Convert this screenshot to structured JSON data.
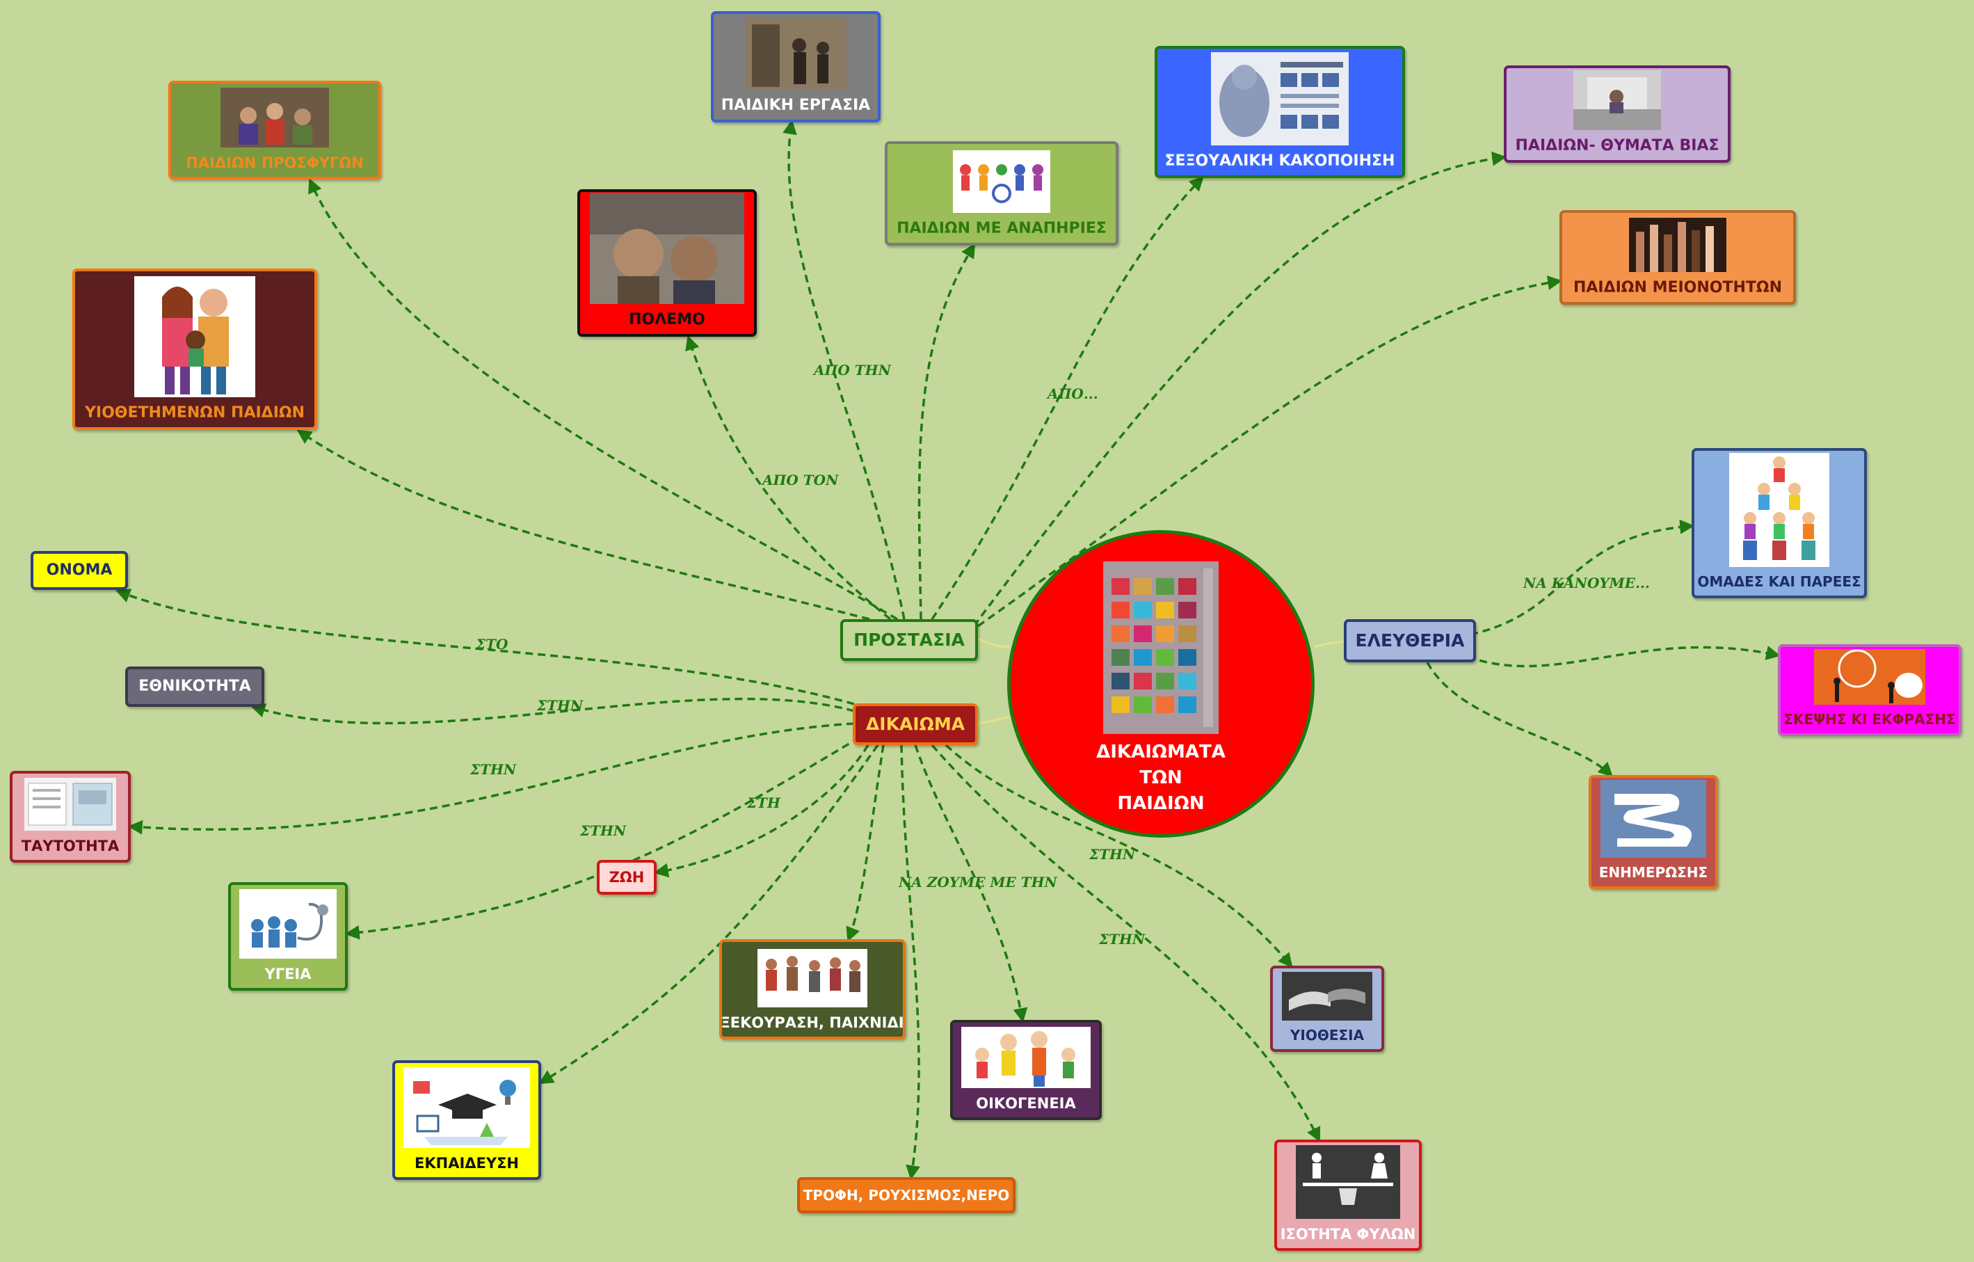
{
  "center": {
    "title_lines": [
      "ΔΙΚΑΙΩΜΑΤΑ",
      "ΤΩΝ",
      "ΠΑΙΔΙΩΝ"
    ]
  },
  "hubs": {
    "protection": "ΠΡΟΣΤΑΣΙΑ",
    "right": "ΔΙΚΑΙΩΜΑ",
    "freedom": "ΕΛΕΥΘΕΡΙΑ"
  },
  "topics": {
    "refugee_children": "ΠΑΙΔΙΩΝ ΠΡΟΣΦΥΓΩΝ",
    "child_labor": "ΠΑΙΔΙΚΗ ΕΡΓΑΣΙΑ",
    "sexual_abuse": "ΣΕΞΟΥΑΛΙΚΗ ΚΑΚΟΠΟΙΗΣΗ",
    "violence_victims": "ΠΑΙΔΙΩΝ- ΘΥΜΑΤΑ ΒΙΑΣ",
    "disabled_children": "ΠΑΙΔΙΩΝ ΜΕ ΑΝΑΠΗΡΙΕΣ",
    "war": "ΠΟΛΕΜΟ",
    "minority_children": "ΠΑΙΔΙΩΝ ΜΕΙΟΝΟΤΗΤΩΝ",
    "adopted_children": "ΥΙΟΘΕΤΗΜΕΝΩΝ ΠΑΙΔΙΩΝ",
    "name": "ΟΝΟΜΑ",
    "nationality": "ΕΘΝΙΚΟΤΗΤΑ",
    "id_card": "ΤΑΥΤΟΤΗΤΑ",
    "life": "ΖΩΗ",
    "health": "ΥΓΕΙΑ",
    "rest_play": "ΞΕΚΟΥΡΑΣΗ, ΠΑΙΧΝΙΔΙ",
    "family": "ΟΙΚΟΓΕΝΕΙΑ",
    "education": "ΕΚΠΑΙΔΕΥΣΗ",
    "food": "ΤΡΟΦΗ, ΡΟΥΧΙΣΜΟΣ,ΝΕΡΟ",
    "adoption": "ΥΙΟΘΕΣΙΑ",
    "gender_equality": "ΙΣΟΤΗΤΑ ΦΥΛΩΝ",
    "groups_friends": "ΟΜΑΔΕΣ ΚΑΙ ΠΑΡΕΕΣ",
    "thought_expression": "ΣΚΕΨΗΣ ΚΙ ΕΚΦΡΑΣΗΣ",
    "information": "ΕΝΗΜΕΡΩΣΗΣ"
  },
  "link_labels": {
    "apo_tin": "ΑΠΟ ΤΗΝ",
    "apo": "ΑΠΟ...",
    "apo_ton": "ΑΠΟ ΤΟΝ",
    "sto": "ΣΤΟ",
    "stin_nationality": "ΣΤΗΝ",
    "stin_id": "ΣΤΗΝ",
    "sti": "ΣΤΗ",
    "stin_health": "ΣΤΗΝ",
    "na_zoume": "ΝΑ ΖΟΥΜΕ ΜΕ ΤΗΝ",
    "stin_adoption": "ΣΤΗΝ",
    "stin_equality": "ΣΤΗΝ",
    "na_kanoume": "ΝΑ ΚΑΝΟΥΜΕ..."
  },
  "colors": {
    "background": "#c4d89c",
    "connector": "#1f7a10",
    "center_fill": "#ff0000"
  }
}
